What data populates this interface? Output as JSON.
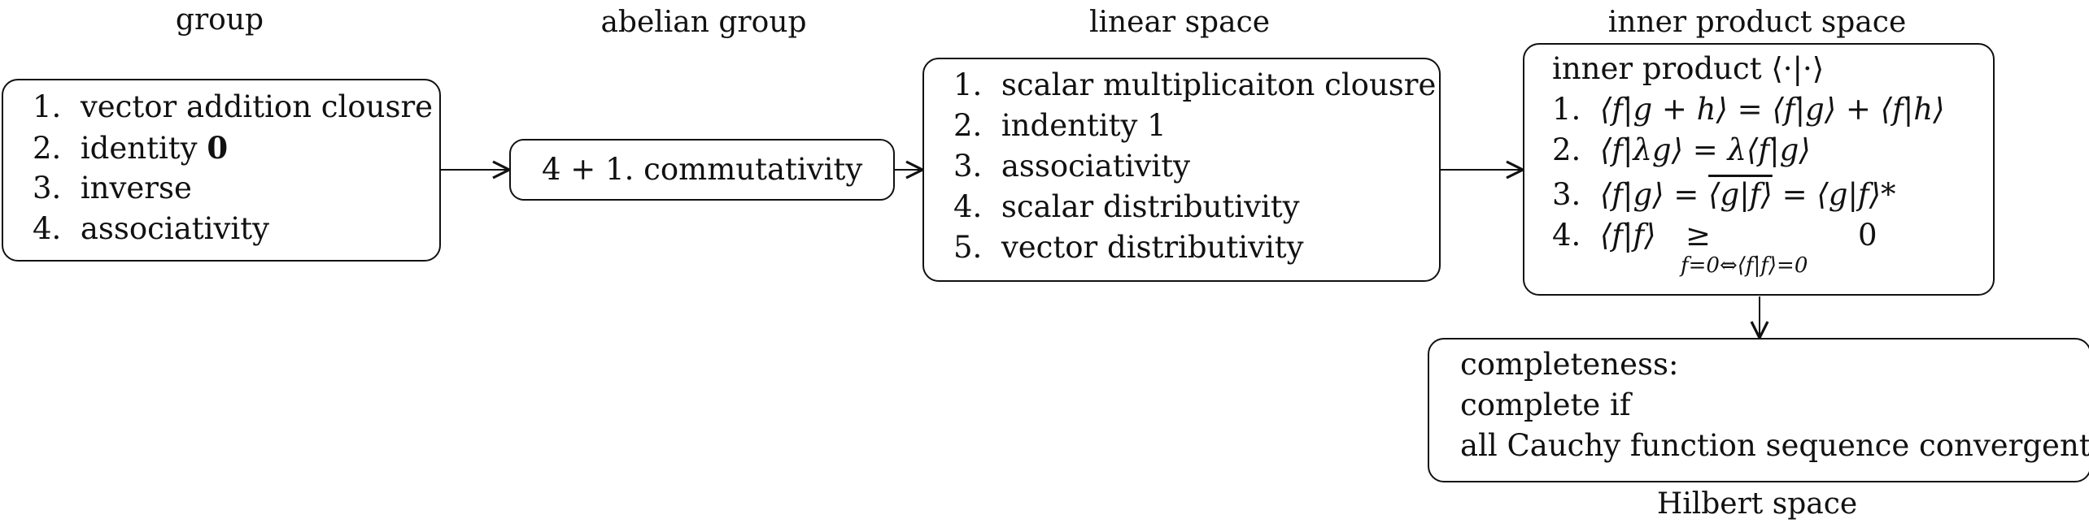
{
  "titles": {
    "group": "group",
    "abelian": "abelian group",
    "linear": "linear space",
    "inner": "inner product space",
    "hilbert": "Hilbert space"
  },
  "group_box": {
    "items": [
      {
        "num": "1.",
        "text": "vector addition clousre"
      },
      {
        "num": "2.",
        "text": "identity",
        "bold": "0"
      },
      {
        "num": "3.",
        "text": "inverse"
      },
      {
        "num": "4.",
        "text": "associativity"
      }
    ]
  },
  "abelian_box": {
    "text": "4 + 1. commutativity"
  },
  "linear_box": {
    "items": [
      {
        "num": "1.",
        "text": "scalar multiplicaiton clousre"
      },
      {
        "num": "2.",
        "text": "indentity 1"
      },
      {
        "num": "3.",
        "text": "associativity"
      },
      {
        "num": "4.",
        "text": "scalar distributivity"
      },
      {
        "num": "5.",
        "text": "vector distributivity"
      }
    ]
  },
  "inner_box": {
    "header": "inner product ⟨·|·⟩",
    "items": [
      {
        "num": "1.",
        "text": "⟨f|g + h⟩ = ⟨f|g⟩ + ⟨f|h⟩"
      },
      {
        "num": "2.",
        "text": "⟨f|λg⟩ = λ⟨f|g⟩"
      },
      {
        "num": "3.",
        "pre": "⟨f|g⟩ = ",
        "over": "⟨g|f⟩",
        "post": " = ⟨g|f⟩*"
      },
      {
        "num": "4.",
        "lhs": "⟨f|f⟩",
        "rel": "≥",
        "rhs": "0",
        "under": "f=0⇔⟨f|f⟩=0"
      }
    ]
  },
  "completeness_box": {
    "lines": [
      "completeness:",
      "complete if",
      "all Cauchy function sequence convergent"
    ]
  }
}
